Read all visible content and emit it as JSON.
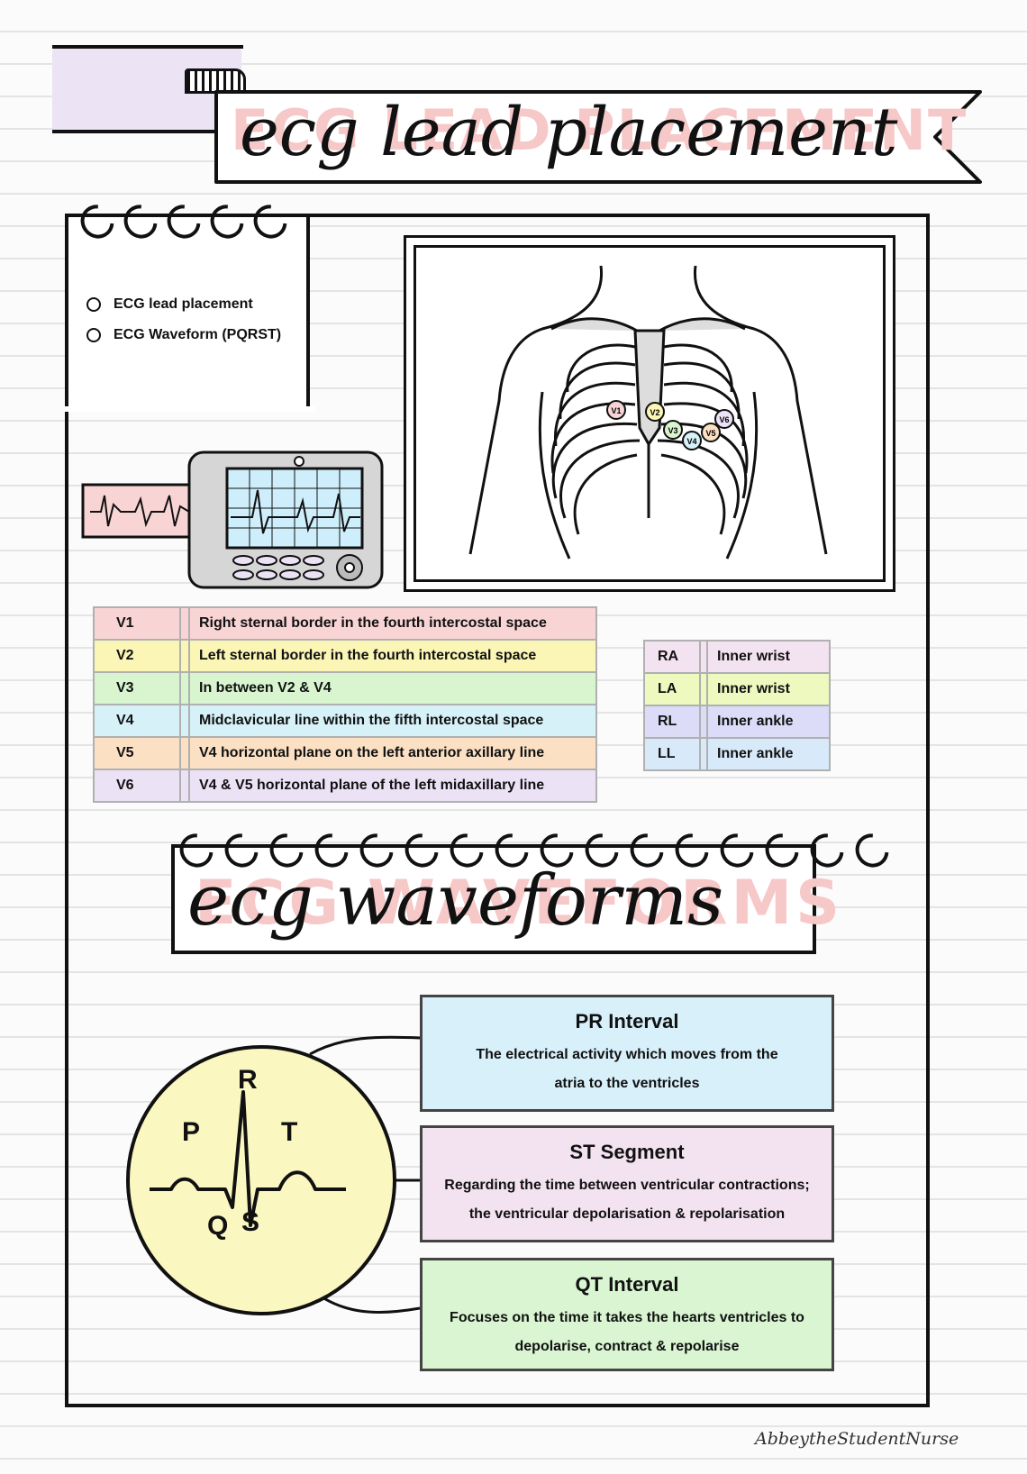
{
  "title": {
    "script": "ecg lead placement",
    "ghost": "ECG LEAD PLACEMENT"
  },
  "contents": {
    "items": [
      "ECG lead placement",
      "ECG Waveform (PQRST)"
    ]
  },
  "chest_labels": [
    "V1",
    "V2",
    "V3",
    "V4",
    "V5",
    "V6"
  ],
  "colors": {
    "v1": "#f9d4d4",
    "v2": "#fbf6b6",
    "v3": "#d8f5d0",
    "v4": "#d6f1f8",
    "v5": "#fbe0c4",
    "v6": "#ece2f6",
    "ra": "#f3e2f0",
    "la": "#eef9c0",
    "rl": "#dcdcf8",
    "ll": "#d8eafa",
    "circle": "#fbf7c0"
  },
  "v_leads": [
    {
      "lead": "V1",
      "text": "Right sternal border in the fourth intercostal space"
    },
    {
      "lead": "V2",
      "text": "Left sternal border in the fourth intercostal space"
    },
    {
      "lead": "V3",
      "text": "In between V2 & V4"
    },
    {
      "lead": "V4",
      "text": "Midclavicular line within the fifth intercostal space"
    },
    {
      "lead": "V5",
      "text": "V4 horizontal plane on the left anterior axillary line"
    },
    {
      "lead": "V6",
      "text": "V4 & V5 horizontal plane of the left midaxillary line"
    }
  ],
  "limb_leads": [
    {
      "lead": "RA",
      "text": "Inner wrist"
    },
    {
      "lead": "LA",
      "text": "Inner wrist"
    },
    {
      "lead": "RL",
      "text": "Inner ankle"
    },
    {
      "lead": "LL",
      "text": "Inner ankle"
    }
  ],
  "waveforms": {
    "script": "ecg waveforms",
    "ghost": "ECG WAVEFORMS"
  },
  "pqrst": {
    "p": "P",
    "q": "Q",
    "r": "R",
    "s": "S",
    "t": "T"
  },
  "intervals": {
    "pr": {
      "title": "PR Interval",
      "line1": "The electrical activity which moves from the",
      "line2": "atria to the ventricles"
    },
    "st": {
      "title": "ST Segment",
      "line1": "Regarding the time between ventricular contractions;",
      "line2": "the ventricular depolarisation & repolarisation"
    },
    "qt": {
      "title": "QT Interval",
      "line1": "Focuses on the time it takes the hearts ventricles to",
      "line2": "depolarise, contract & repolarise"
    }
  },
  "signature": "AbbeytheStudentNurse",
  "icons": [
    "spiral-ring-icon",
    "bullet-circle-icon",
    "ecg-monitor-icon",
    "ribcage-illustration"
  ]
}
